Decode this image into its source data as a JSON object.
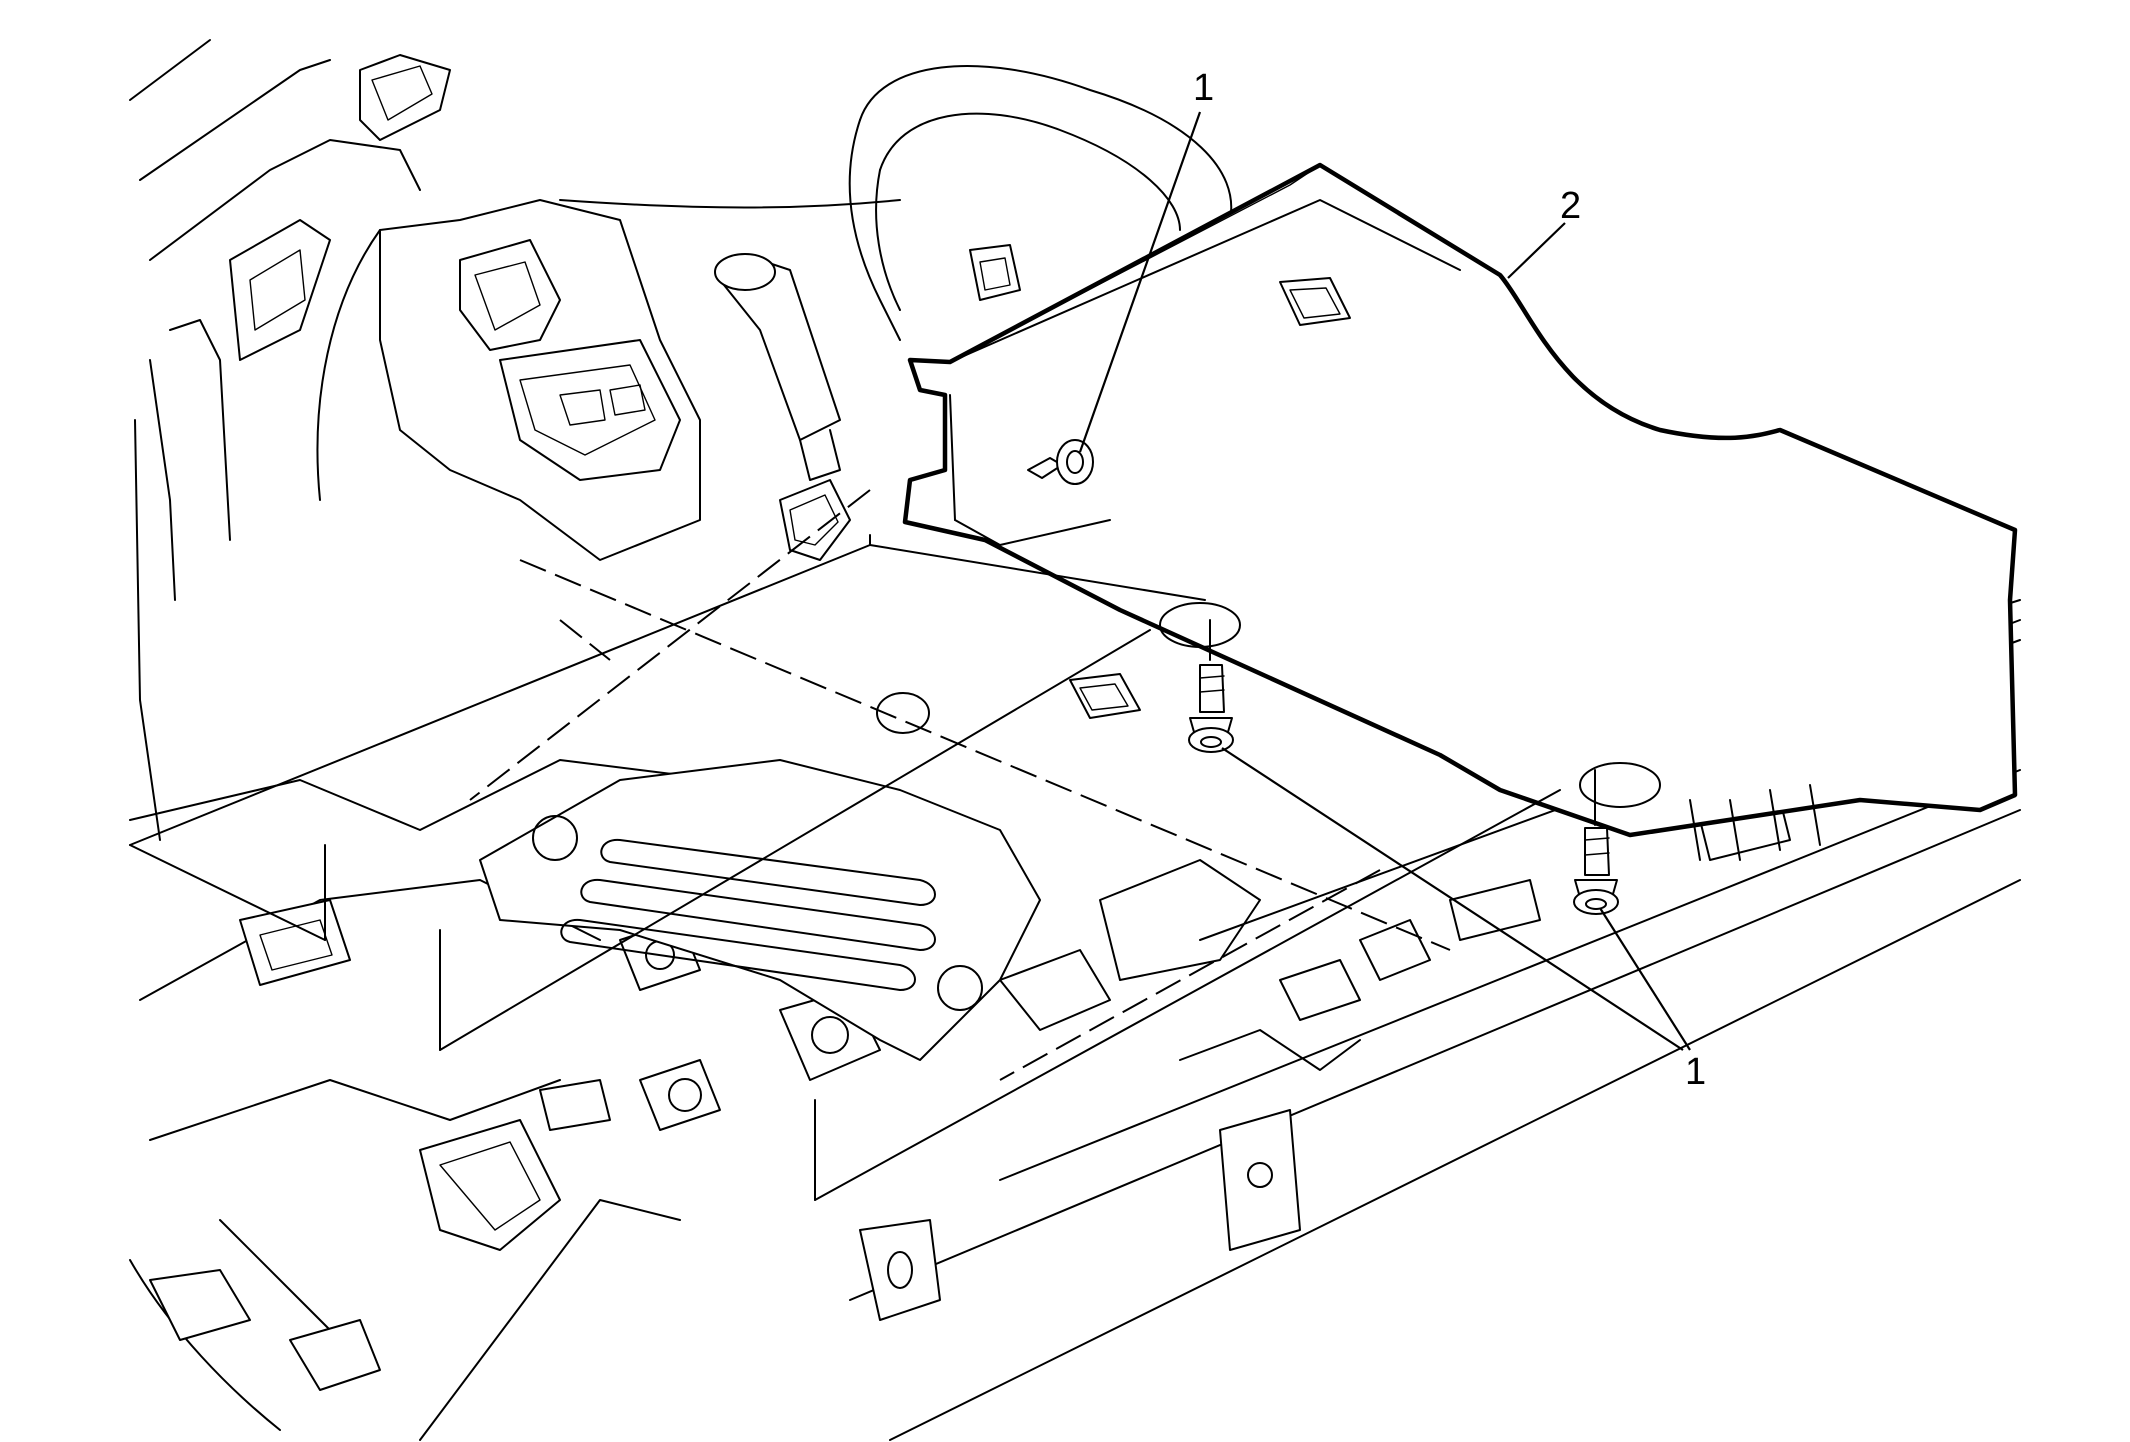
{
  "callouts": {
    "fastener_top": "1",
    "panel": "2",
    "fasteners_bottom": "1"
  },
  "colors": {
    "line": "#000000",
    "background": "#ffffff"
  }
}
